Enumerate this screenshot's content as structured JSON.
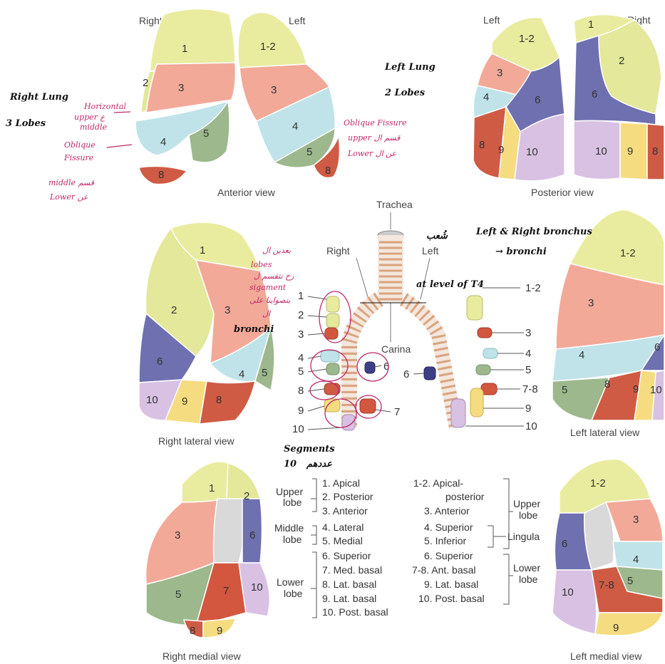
{
  "colors": {
    "s1": "#e9ec9f",
    "s2": "#e3e89a",
    "s3": "#f2a998",
    "s4": "#bfe3e8",
    "s5": "#9cb88c",
    "s6": "#6f70b0",
    "s7": "#d3563e",
    "s8": "#cf5b45",
    "s9": "#f5dc80",
    "s10": "#d8c1e3",
    "hilum": "#d9d9d9",
    "ink_pink": "#c0286a",
    "ink_black": "#111111"
  },
  "views": {
    "anterior": {
      "caption": "Anterior view",
      "right_label": "Right",
      "left_label": "Left",
      "right_segments": [
        "1",
        "2",
        "3",
        "4",
        "5",
        "8"
      ],
      "left_segments": [
        "1-2",
        "3",
        "4",
        "5",
        "8"
      ]
    },
    "posterior": {
      "caption": "Posterior view",
      "left_label": "Left",
      "right_label": "Right",
      "left_segments": [
        "1-2",
        "3",
        "4",
        "6",
        "8",
        "9",
        "10"
      ],
      "right_segments": [
        "1",
        "2",
        "6",
        "10",
        "9",
        "8"
      ]
    },
    "right_lateral": {
      "caption": "Right lateral view",
      "segments": [
        "1",
        "2",
        "3",
        "6",
        "4",
        "5",
        "10",
        "9",
        "8"
      ]
    },
    "left_lateral": {
      "caption": "Left lateral view",
      "segments": [
        "1-2",
        "3",
        "4",
        "6",
        "5",
        "8",
        "9",
        "10"
      ]
    },
    "right_medial": {
      "caption": "Right medial view",
      "segments": [
        "1",
        "2",
        "3",
        "6",
        "5",
        "7",
        "10",
        "8",
        "9"
      ]
    },
    "left_medial": {
      "caption": "Left medial view",
      "segments": [
        "1-2",
        "3",
        "6",
        "4",
        "5",
        "10",
        "7-8",
        "9"
      ]
    }
  },
  "bronchi": {
    "trachea": "Trachea",
    "right": "Right",
    "left": "Left",
    "carina": "Carina",
    "right_labels": [
      "1",
      "2",
      "3",
      "4",
      "5",
      "8",
      "9",
      "10",
      "6",
      "7"
    ],
    "left_labels": [
      "1-2",
      "3",
      "4",
      "5",
      "6",
      "7-8",
      "9",
      "10"
    ]
  },
  "legend_right": {
    "groups": [
      {
        "lobe": "Upper\nlobe",
        "lobe_lines": [
          "Upper",
          "lobe"
        ],
        "items": [
          "1. Apical",
          "2. Posterior",
          "3. Anterior"
        ]
      },
      {
        "lobe_lines": [
          "Middle",
          "lobe"
        ],
        "items": [
          "4. Lateral",
          "5. Medial"
        ]
      },
      {
        "lobe_lines": [
          "Lower",
          "lobe"
        ],
        "items": [
          "6. Superior",
          "7. Med. basal",
          "8. Lat. basal",
          "9. Lat. basal",
          "10. Post. basal"
        ]
      }
    ]
  },
  "legend_left": {
    "items": [
      "1-2. Apical-",
      "posterior",
      "3. Anterior",
      "4. Superior",
      "5. Inferior",
      "6. Superior",
      "7-8. Ant. basal",
      "9. Lat. basal",
      "10. Post. basal"
    ],
    "upper_lobe_lines": [
      "Upper",
      "lobe"
    ],
    "lingula": "Lingula",
    "lower_lobe_lines": [
      "Lower",
      "lobe"
    ]
  },
  "notes": {
    "right_lung": "Right Lung",
    "right_lobes": "3 Lobes",
    "left_lung": "Left Lung",
    "left_lobes": "2 Lobes",
    "horizontal": [
      "Horizontal",
      "upper ع",
      "middle"
    ],
    "oblique_right": [
      "Oblique",
      "Fissure"
    ],
    "oblique_right_ar": [
      "middle  قسم",
      "Lower  عن"
    ],
    "oblique_left": [
      "Oblique Fissure",
      "upper  قسم ال",
      "Lower  عن ال"
    ],
    "bronchus_top": "شُعب",
    "bronchus_text": "Left & Right bronchus",
    "bronchi_arrow": "→ bronchi",
    "level": "at level of T4",
    "lobes_note": [
      "بعدين ال",
      "lobes",
      "رح تتقسم ل",
      "sigament",
      "بنصواينا على",
      "ال"
    ],
    "bronchi_note": "bronchi",
    "segments_title": "Segments",
    "segments_count": "10",
    "segments_ar": "عددهم"
  }
}
